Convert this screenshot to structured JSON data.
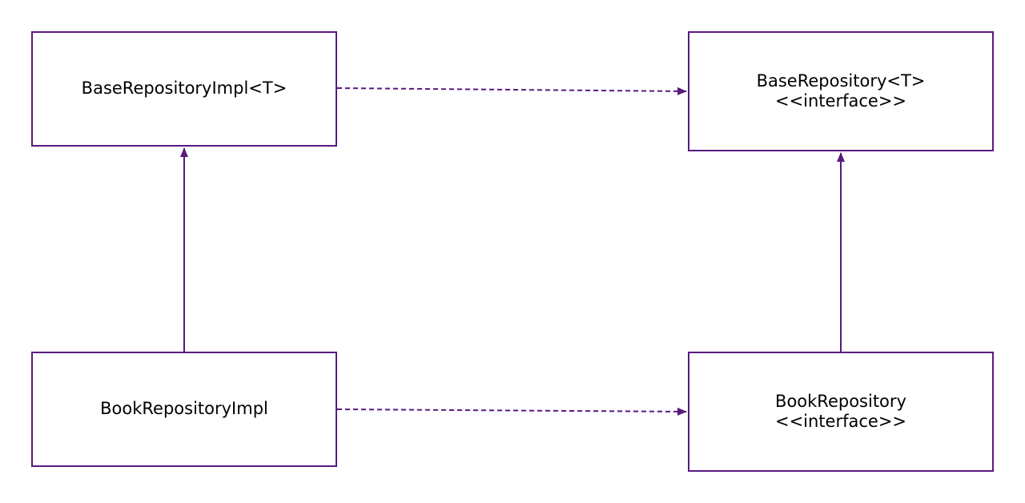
{
  "colors": {
    "stroke": "#5a1a80",
    "text": "#000000",
    "background": "#ffffff"
  },
  "nodes": {
    "base_repository_impl": {
      "label": "BaseRepositoryImpl<T>"
    },
    "base_repository": {
      "label": "BaseRepository<T>",
      "stereotype": "<<interface>>"
    },
    "book_repository_impl": {
      "label": "BookRepositoryImpl"
    },
    "book_repository": {
      "label": "BookRepository",
      "stereotype": "<<interface>>"
    }
  },
  "edges": [
    {
      "from": "base_repository_impl",
      "to": "base_repository",
      "style": "dashed",
      "relation": "realization"
    },
    {
      "from": "book_repository_impl",
      "to": "book_repository",
      "style": "dashed",
      "relation": "realization"
    },
    {
      "from": "book_repository_impl",
      "to": "base_repository_impl",
      "style": "solid",
      "relation": "generalization"
    },
    {
      "from": "book_repository",
      "to": "base_repository",
      "style": "solid",
      "relation": "generalization"
    }
  ]
}
